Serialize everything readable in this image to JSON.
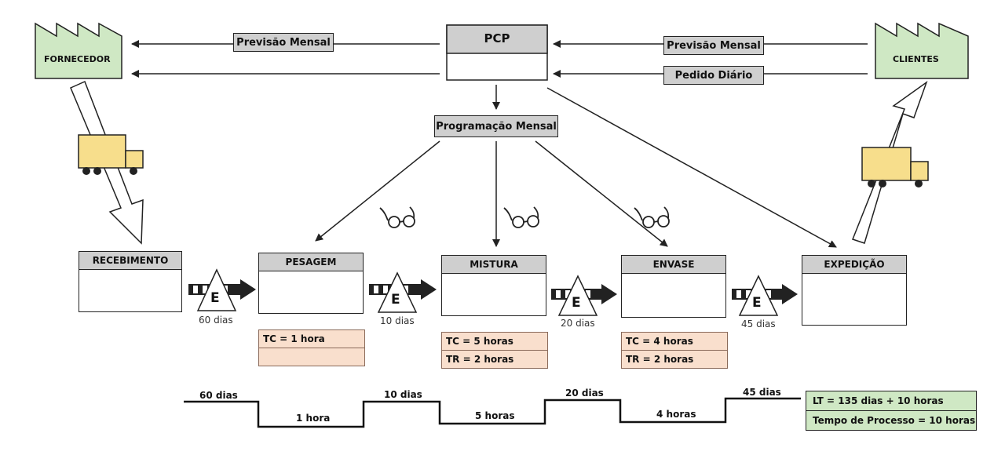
{
  "supplier": {
    "label": "FORNECEDOR"
  },
  "customer": {
    "label": "CLIENTES"
  },
  "pcp": {
    "label": "PCP"
  },
  "info_flows": {
    "supplier_forecast": "Previsão Mensal",
    "customer_forecast": "Previsão Mensal",
    "customer_daily_order": "Pedido Diário",
    "schedule": "Programação Mensal"
  },
  "processes": [
    {
      "name": "RECEBIMENTO",
      "data": []
    },
    {
      "name": "PESAGEM",
      "data": [
        "TC = 1 hora",
        ""
      ]
    },
    {
      "name": "MISTURA",
      "data": [
        "TC = 5 horas",
        "TR = 2 horas"
      ]
    },
    {
      "name": "ENVASE",
      "data": [
        "TC = 4 horas",
        "TR = 2 horas"
      ]
    },
    {
      "name": "EXPEDIÇÃO",
      "data": []
    }
  ],
  "inventories": [
    {
      "symbol": "E",
      "time": "60 dias"
    },
    {
      "symbol": "E",
      "time": "10 dias"
    },
    {
      "symbol": "E",
      "time": "20 dias"
    },
    {
      "symbol": "E",
      "time": "45 dias"
    }
  ],
  "timeline": {
    "waits": [
      "60 dias",
      "10 dias",
      "20 dias",
      "45 dias"
    ],
    "processing": [
      "1 hora",
      "5 horas",
      "4 horas"
    ],
    "lead_time": "LT = 135 dias + 10 horas",
    "process_time": "Tempo de Processo = 10 horas"
  },
  "colors": {
    "factory": "#cfe8c4",
    "truck": "#f7de8c",
    "header_gray": "#cfcfcf",
    "data_box": "#f9dfcd"
  }
}
